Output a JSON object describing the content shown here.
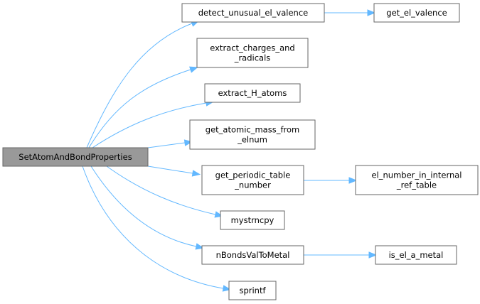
{
  "colors": {
    "edge": "#63b8ff",
    "node_fill": "#ffffff",
    "root_fill": "#999999",
    "border": "#666666"
  },
  "nodes": [
    {
      "id": "root",
      "lines": [
        "SetAtomAndBondProperties"
      ]
    },
    {
      "id": "detect",
      "lines": [
        "detect_unusual_el_valence"
      ]
    },
    {
      "id": "getval",
      "lines": [
        "get_el_valence"
      ]
    },
    {
      "id": "charges",
      "lines": [
        "extract_charges_and",
        "_radicals"
      ]
    },
    {
      "id": "hatoms",
      "lines": [
        "extract_H_atoms"
      ]
    },
    {
      "id": "mass",
      "lines": [
        "get_atomic_mass_from",
        "_elnum"
      ]
    },
    {
      "id": "periodic",
      "lines": [
        "get_periodic_table",
        "_number"
      ]
    },
    {
      "id": "elnum",
      "lines": [
        "el_number_in_internal",
        "_ref_table"
      ]
    },
    {
      "id": "mystrn",
      "lines": [
        "mystrncpy"
      ]
    },
    {
      "id": "nbonds",
      "lines": [
        "nBondsValToMetal"
      ]
    },
    {
      "id": "metal",
      "lines": [
        "is_el_a_metal"
      ]
    },
    {
      "id": "sprintf",
      "lines": [
        "sprintf"
      ]
    }
  ],
  "edges": [
    [
      "root",
      "detect"
    ],
    [
      "detect",
      "getval"
    ],
    [
      "root",
      "charges"
    ],
    [
      "root",
      "hatoms"
    ],
    [
      "root",
      "mass"
    ],
    [
      "root",
      "periodic"
    ],
    [
      "periodic",
      "elnum"
    ],
    [
      "root",
      "mystrn"
    ],
    [
      "root",
      "nbonds"
    ],
    [
      "nbonds",
      "metal"
    ],
    [
      "root",
      "sprintf"
    ]
  ]
}
